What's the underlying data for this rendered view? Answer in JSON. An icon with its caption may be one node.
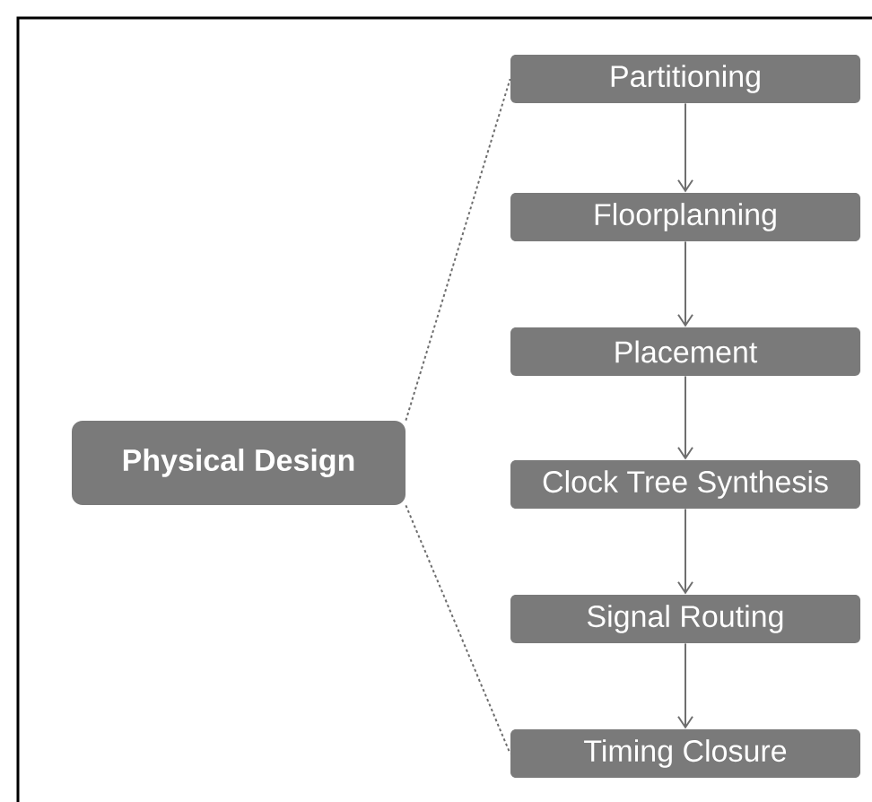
{
  "diagram": {
    "nodes": [
      {
        "text": [
          "Physical Design"
        ]
      },
      {
        "text": [
          "Partitioning"
        ]
      },
      {
        "text": [
          "Floorplanning"
        ]
      },
      {
        "text": [
          "Placement"
        ]
      },
      {
        "text": [
          "Clock Tree Synthesis"
        ]
      },
      {
        "text": [
          "Signal Routing"
        ]
      },
      {
        "text": [
          "Timing Closure"
        ]
      }
    ],
    "edges": [
      {
        "from": 0,
        "to": 1,
        "arrow": "none",
        "style": "dashed"
      },
      {
        "from": 0,
        "to": 6,
        "arrow": "none",
        "style": "dashed"
      },
      {
        "from": 1,
        "to": 2,
        "arrow": "to"
      },
      {
        "from": 2,
        "to": 3,
        "arrow": "to"
      },
      {
        "from": 3,
        "to": 4,
        "arrow": "to"
      },
      {
        "from": 4,
        "to": 5,
        "arrow": "to"
      },
      {
        "from": 5,
        "to": 6,
        "arrow": "to"
      }
    ]
  }
}
